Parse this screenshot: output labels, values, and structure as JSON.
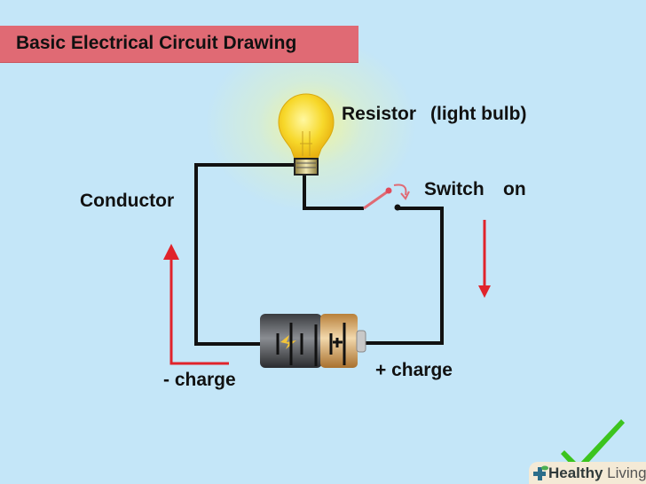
{
  "title": "Basic Electrical Circuit Drawing",
  "labels": {
    "resistor": "Resistor",
    "resistor_note": "(light bulb)",
    "switch": "Switch",
    "switch_state": "on",
    "conductor": "Conductor",
    "negative_charge": "- charge",
    "positive_charge": "+ charge"
  },
  "components": {
    "bulb": "light-bulb",
    "battery": "battery",
    "switch": "switch",
    "flow_arrows": [
      "up-arrow",
      "down-arrow"
    ]
  },
  "logo": {
    "bold": "Healthy",
    "light": "Living"
  },
  "colors": {
    "background": "#c4e6f8",
    "banner": "#e06a74",
    "wire": "#111111",
    "arrow": "#e0232b",
    "check": "#3cc41e",
    "bulb": "#f5d21e"
  }
}
